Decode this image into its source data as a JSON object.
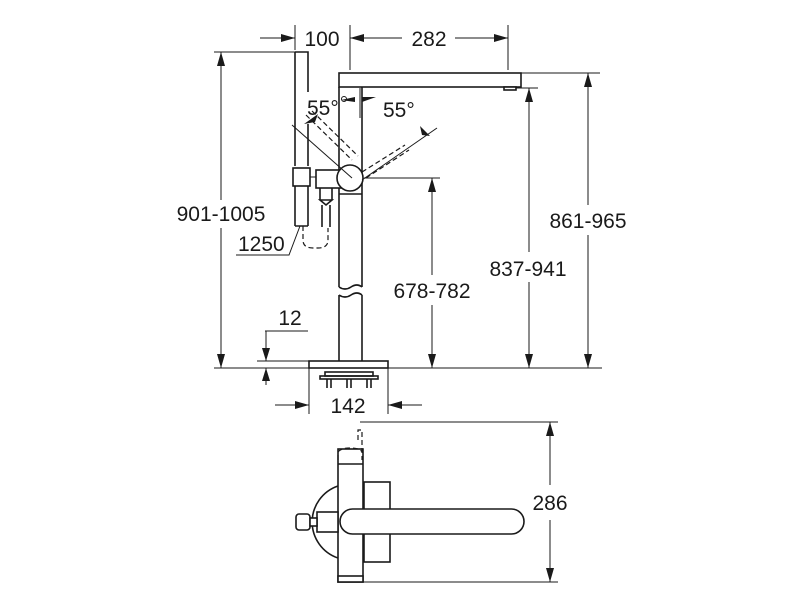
{
  "drawing": {
    "front_view": {
      "dimensions": {
        "handshower_offset": "100",
        "spout_projection": "282",
        "angle_left": "55°",
        "angle_right": "55°",
        "overall_height_handshower": "901-1005",
        "hose_length": "1250",
        "overall_height": "861-965",
        "spout_outlet_height": "837-941",
        "mixer_height": "678-782",
        "base_thickness": "12",
        "base_width": "142"
      }
    },
    "top_view": {
      "dimensions": {
        "depth": "286"
      }
    },
    "colors": {
      "line": "#1a1a1a",
      "background": "#ffffff"
    }
  }
}
